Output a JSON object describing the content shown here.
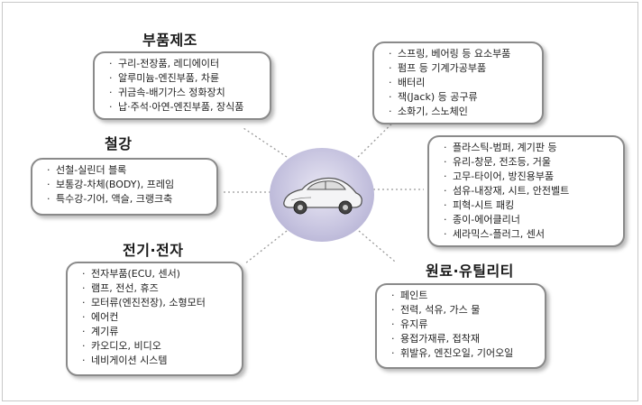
{
  "groups": {
    "parts_manufacturing": {
      "title": "부품제조",
      "items": [
        "구리-전장품, 레디에이터",
        "알루미늄-엔진부품, 차륜",
        "귀금속-배기가스 정화장치",
        "납·주석·아연-엔진부품, 장식품"
      ]
    },
    "steel": {
      "title": "철강",
      "items": [
        "선철-실린더 블록",
        "보통강-차체(BODY), 프레임",
        "특수강-기어, 액슬, 크랭크축"
      ]
    },
    "electrical_electronics": {
      "title": "전기·전자",
      "items": [
        "전자부품(ECU, 센서)",
        "램프, 전선, 휴즈",
        "모터류(엔진전장), 소형모터",
        "에어컨",
        "계기류",
        "카오디오, 비디오",
        "네비게이션 시스템"
      ]
    },
    "components_tools": {
      "items": [
        "스프링, 베어링 등 요소부품",
        "펌프 등 기계가공부품",
        "배터리",
        "잭(Jack) 등 공구류",
        "소화기, 스노체인"
      ]
    },
    "nonmetal_materials": {
      "items": [
        "플라스틱-범퍼, 계기판 등",
        "유리-창문, 전조등, 거울",
        "고무-타이어, 방진용부품",
        "섬유-내장재, 시트, 안전벨트",
        "피혁-시트 패킹",
        "종이-에어클리너",
        "세라믹스-플러그, 센서"
      ]
    },
    "raw_utility": {
      "title": "원료·유틸리티",
      "items": [
        "페인트",
        "전력, 석유, 가스 물",
        "유지류",
        "용접가재류, 접착재",
        "휘발유, 엔진오일, 기어오일"
      ]
    }
  },
  "bullet": "·",
  "hub_icon": "car-icon",
  "colors": {
    "box_border": "#8a8a8a",
    "hub": "#c4c1de",
    "connector": "#9a9a9a"
  }
}
